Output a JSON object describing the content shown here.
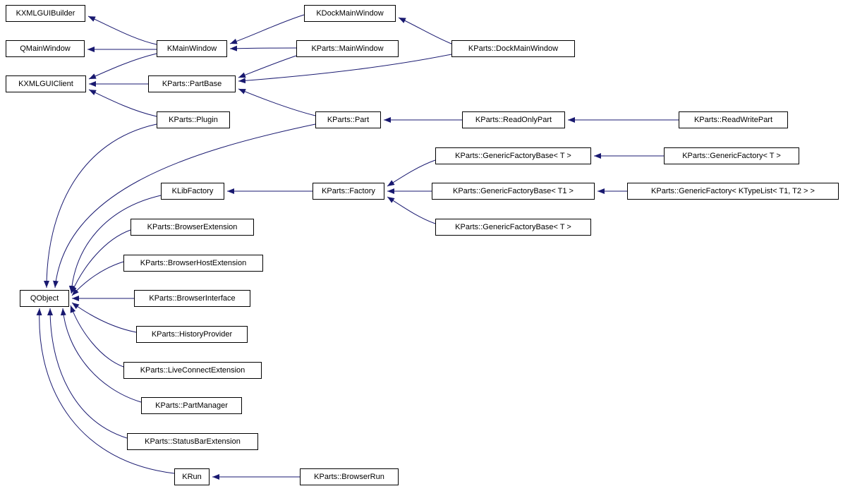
{
  "diagram": {
    "type": "class-inheritance-graph",
    "description": "Doxygen-style class hierarchy graph; arrows point from derived class to base class",
    "edge_color": "#191970",
    "node_border_color": "#000000",
    "node_fill_color": "#ffffff",
    "nodes": [
      {
        "id": 0,
        "label": "KXMLGUIBuilder"
      },
      {
        "id": 1,
        "label": "KDockMainWindow"
      },
      {
        "id": 2,
        "label": "QMainWindow"
      },
      {
        "id": 3,
        "label": "KMainWindow"
      },
      {
        "id": 4,
        "label": "KParts::MainWindow"
      },
      {
        "id": 5,
        "label": "KParts::DockMainWindow"
      },
      {
        "id": 6,
        "label": "KXMLGUIClient"
      },
      {
        "id": 7,
        "label": "KParts::PartBase"
      },
      {
        "id": 8,
        "label": "KParts::Plugin"
      },
      {
        "id": 9,
        "label": "KParts::Part"
      },
      {
        "id": 10,
        "label": "KParts::ReadOnlyPart"
      },
      {
        "id": 11,
        "label": "KParts::ReadWritePart"
      },
      {
        "id": 12,
        "label": "KParts::GenericFactoryBase< T >"
      },
      {
        "id": 13,
        "label": "KParts::GenericFactory< T >"
      },
      {
        "id": 14,
        "label": "KLibFactory"
      },
      {
        "id": 15,
        "label": "KParts::Factory"
      },
      {
        "id": 16,
        "label": "KParts::GenericFactoryBase< T1 >"
      },
      {
        "id": 17,
        "label": "KParts::GenericFactory< KTypeList< T1, T2 > >"
      },
      {
        "id": 18,
        "label": "KParts::BrowserExtension"
      },
      {
        "id": 19,
        "label": "KParts::GenericFactoryBase< T >"
      },
      {
        "id": 20,
        "label": "KParts::BrowserHostExtension"
      },
      {
        "id": 21,
        "label": "QObject"
      },
      {
        "id": 22,
        "label": "KParts::BrowserInterface"
      },
      {
        "id": 23,
        "label": "KParts::HistoryProvider"
      },
      {
        "id": 24,
        "label": "KParts::LiveConnectExtension"
      },
      {
        "id": 25,
        "label": "KParts::PartManager"
      },
      {
        "id": 26,
        "label": "KParts::StatusBarExtension"
      },
      {
        "id": 27,
        "label": "KRun"
      },
      {
        "id": 28,
        "label": "KParts::BrowserRun"
      }
    ],
    "edges": [
      {
        "from_index": 3,
        "from": "KMainWindow",
        "to_index": 0,
        "to": "KXMLGUIBuilder"
      },
      {
        "from_index": 3,
        "from": "KMainWindow",
        "to_index": 2,
        "to": "QMainWindow"
      },
      {
        "from_index": 3,
        "from": "KMainWindow",
        "to_index": 6,
        "to": "KXMLGUIClient"
      },
      {
        "from_index": 1,
        "from": "KDockMainWindow",
        "to_index": 3,
        "to": "KMainWindow"
      },
      {
        "from_index": 4,
        "from": "KParts::MainWindow",
        "to_index": 3,
        "to": "KMainWindow"
      },
      {
        "from_index": 5,
        "from": "KParts::DockMainWindow",
        "to_index": 1,
        "to": "KDockMainWindow"
      },
      {
        "from_index": 4,
        "from": "KParts::MainWindow",
        "to_index": 7,
        "to": "KParts::PartBase"
      },
      {
        "from_index": 5,
        "from": "KParts::DockMainWindow",
        "to_index": 7,
        "to": "KParts::PartBase"
      },
      {
        "from_index": 7,
        "from": "KParts::PartBase",
        "to_index": 6,
        "to": "KXMLGUIClient"
      },
      {
        "from_index": 8,
        "from": "KParts::Plugin",
        "to_index": 6,
        "to": "KXMLGUIClient"
      },
      {
        "from_index": 8,
        "from": "KParts::Plugin",
        "to_index": 21,
        "to": "QObject"
      },
      {
        "from_index": 9,
        "from": "KParts::Part",
        "to_index": 7,
        "to": "KParts::PartBase"
      },
      {
        "from_index": 9,
        "from": "KParts::Part",
        "to_index": 21,
        "to": "QObject"
      },
      {
        "from_index": 10,
        "from": "KParts::ReadOnlyPart",
        "to_index": 9,
        "to": "KParts::Part"
      },
      {
        "from_index": 11,
        "from": "KParts::ReadWritePart",
        "to_index": 10,
        "to": "KParts::ReadOnlyPart"
      },
      {
        "from_index": 13,
        "from": "KParts::GenericFactory< T >",
        "to_index": 12,
        "to": "KParts::GenericFactoryBase< T >"
      },
      {
        "from_index": 12,
        "from": "KParts::GenericFactoryBase< T >",
        "to_index": 15,
        "to": "KParts::Factory"
      },
      {
        "from_index": 16,
        "from": "KParts::GenericFactoryBase< T1 >",
        "to_index": 15,
        "to": "KParts::Factory"
      },
      {
        "from_index": 17,
        "from": "KParts::GenericFactory< KTypeList< T1, T2 > >",
        "to_index": 16,
        "to": "KParts::GenericFactoryBase< T1 >"
      },
      {
        "from_index": 19,
        "from": "KParts::GenericFactoryBase< T >",
        "to_index": 15,
        "to": "KParts::Factory"
      },
      {
        "from_index": 15,
        "from": "KParts::Factory",
        "to_index": 14,
        "to": "KLibFactory"
      },
      {
        "from_index": 14,
        "from": "KLibFactory",
        "to_index": 21,
        "to": "QObject"
      },
      {
        "from_index": 18,
        "from": "KParts::BrowserExtension",
        "to_index": 21,
        "to": "QObject"
      },
      {
        "from_index": 20,
        "from": "KParts::BrowserHostExtension",
        "to_index": 21,
        "to": "QObject"
      },
      {
        "from_index": 22,
        "from": "KParts::BrowserInterface",
        "to_index": 21,
        "to": "QObject"
      },
      {
        "from_index": 23,
        "from": "KParts::HistoryProvider",
        "to_index": 21,
        "to": "QObject"
      },
      {
        "from_index": 24,
        "from": "KParts::LiveConnectExtension",
        "to_index": 21,
        "to": "QObject"
      },
      {
        "from_index": 25,
        "from": "KParts::PartManager",
        "to_index": 21,
        "to": "QObject"
      },
      {
        "from_index": 26,
        "from": "KParts::StatusBarExtension",
        "to_index": 21,
        "to": "QObject"
      },
      {
        "from_index": 27,
        "from": "KRun",
        "to_index": 21,
        "to": "QObject"
      },
      {
        "from_index": 28,
        "from": "KParts::BrowserRun",
        "to_index": 27,
        "to": "KRun"
      }
    ]
  }
}
